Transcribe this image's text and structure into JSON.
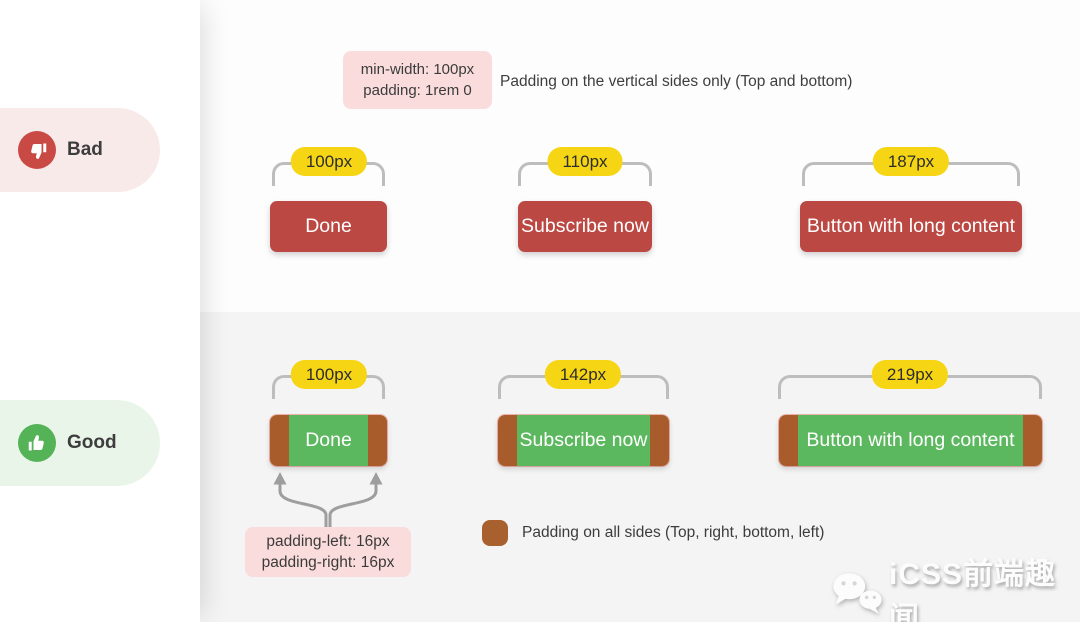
{
  "badges": {
    "bad": {
      "label": "Bad",
      "icon": "thumbs-down-icon"
    },
    "good": {
      "label": "Good",
      "icon": "thumbs-up-icon"
    }
  },
  "bad_section": {
    "note_line1": "min-width: 100px",
    "note_line2": "padding: 1rem 0",
    "caption": "Padding on the vertical sides only (Top and bottom)",
    "buttons": [
      {
        "width_label": "100px",
        "text": "Done"
      },
      {
        "width_label": "110px",
        "text": "Subscribe now"
      },
      {
        "width_label": "187px",
        "text": "Button with long content"
      }
    ]
  },
  "good_section": {
    "buttons": [
      {
        "width_label": "100px",
        "text": "Done"
      },
      {
        "width_label": "142px",
        "text": "Subscribe now"
      },
      {
        "width_label": "219px",
        "text": "Button with long content"
      }
    ],
    "note_line1": "padding-left: 16px",
    "note_line2": "padding-right: 16px",
    "legend": "Padding on all sides (Top, right, bottom, left)"
  },
  "watermark": {
    "text": "iCSS前端趣闻",
    "icon": "wechat-icon"
  },
  "colors": {
    "bad_button_red": "#bb4843",
    "good_button_green": "#5cb85f",
    "padding_brown": "#a85c2c",
    "width_tag_yellow": "#f6d614",
    "note_pink": "#fbdcdc",
    "bad_pill_bg": "#f9eaea",
    "good_pill_bg": "#e9f5e9",
    "bad_circle": "#c94944",
    "good_circle": "#54b257",
    "bracket_gray": "#bdbdbd",
    "arrow_gray": "#9e9e9e",
    "text_dark": "#3d3d3d",
    "top_bg": "#fdfdfd",
    "bottom_bg": "#f4f4f4"
  }
}
